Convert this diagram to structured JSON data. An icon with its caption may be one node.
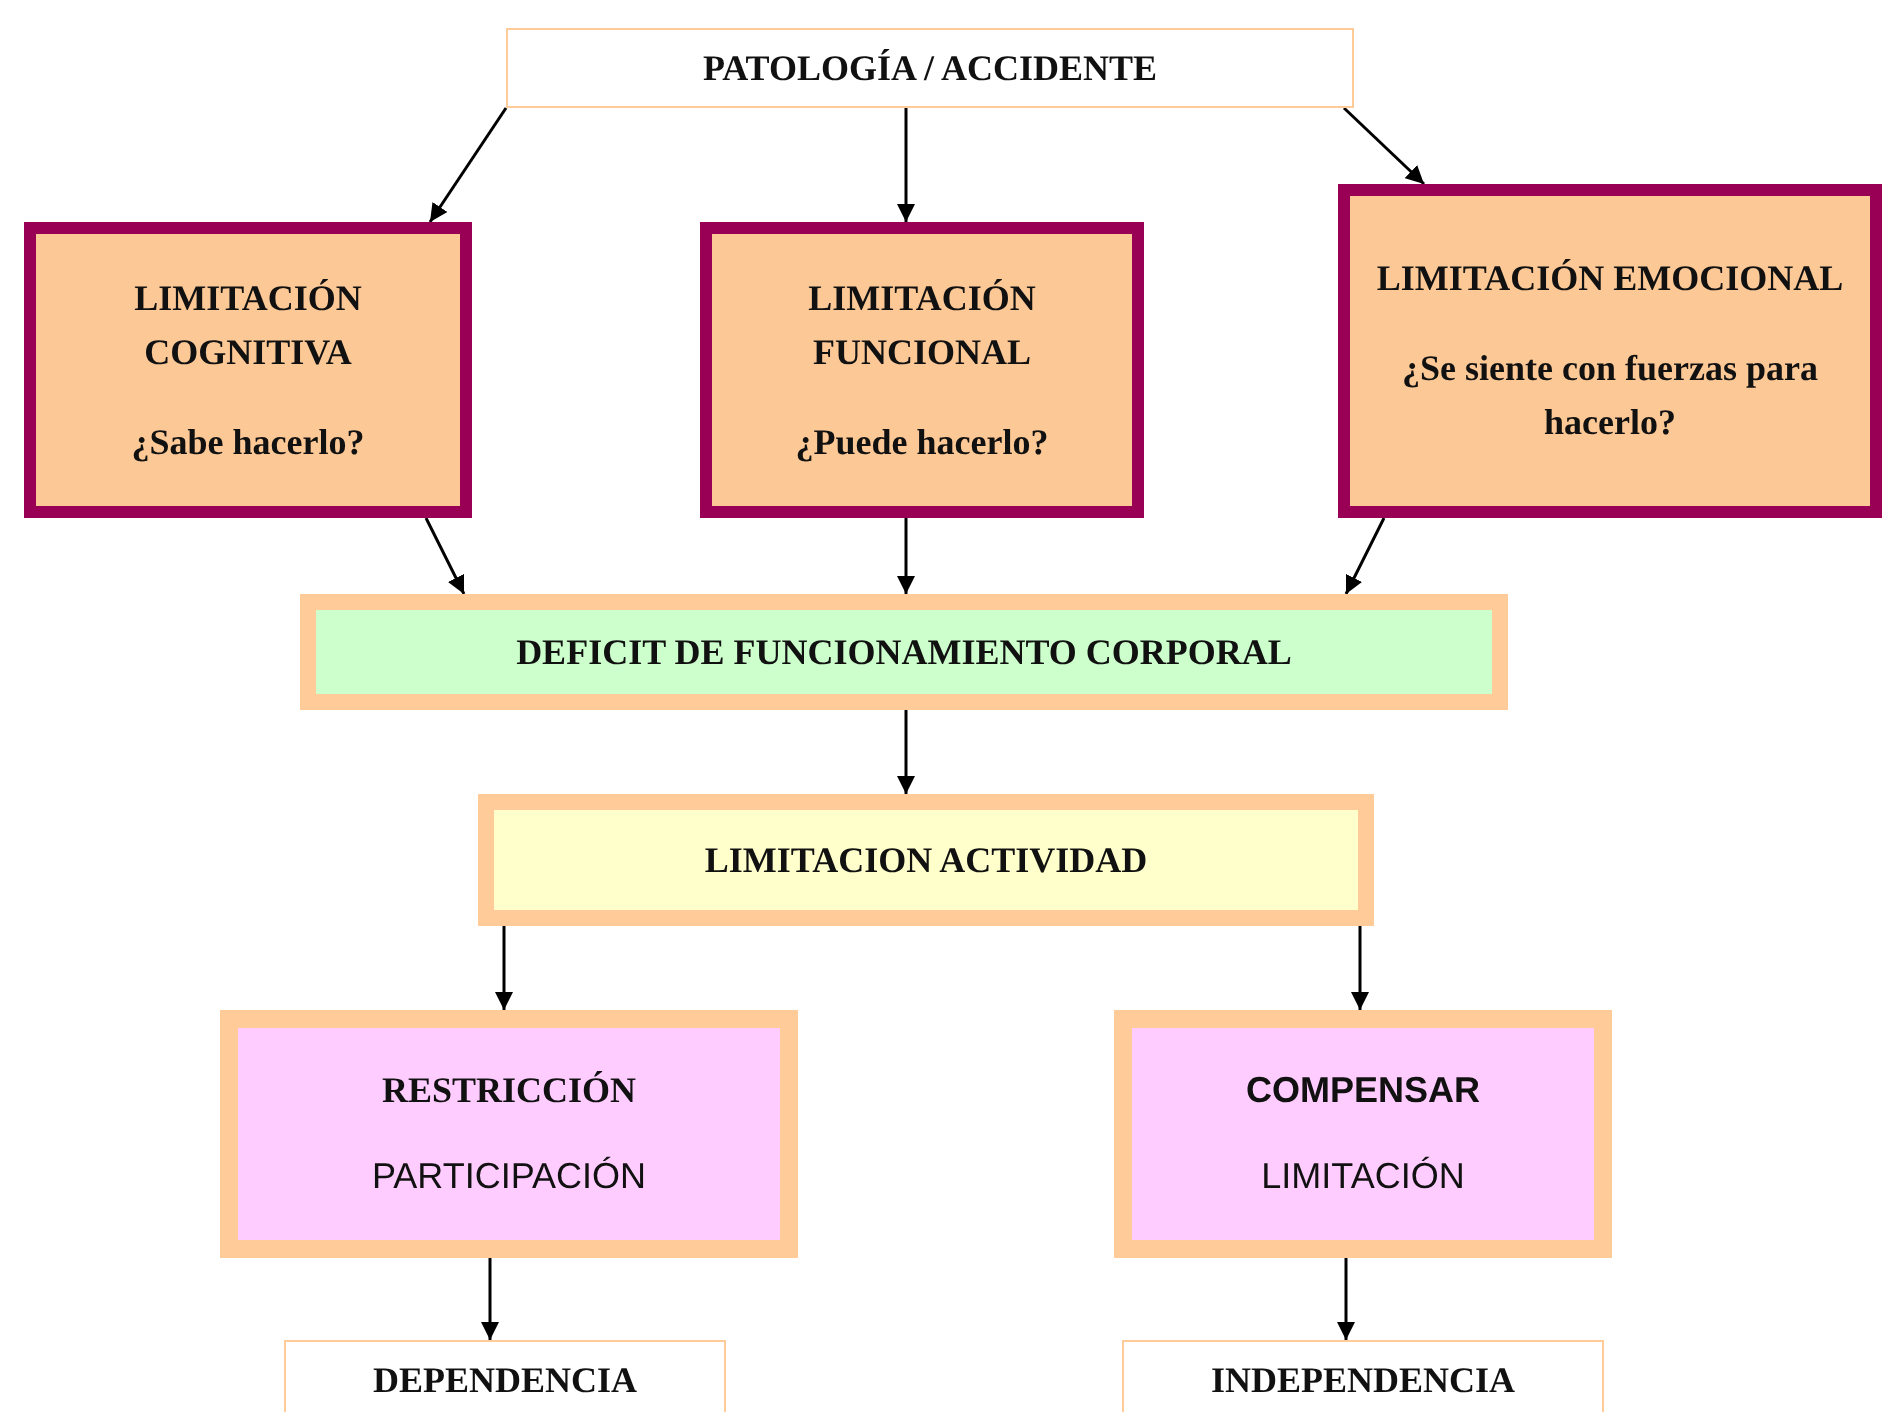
{
  "diagram": {
    "nodes": [
      {
        "text": [
          "PATOLOGÍA / ACCIDENTE"
        ]
      },
      {
        "text": [
          "LIMITACIÓN COGNITIVA",
          "¿Sabe hacerlo?"
        ]
      },
      {
        "text": [
          "LIMITACIÓN FUNCIONAL",
          "¿Puede hacerlo?"
        ]
      },
      {
        "text": [
          "LIMITACIÓN EMOCIONAL",
          "¿Se siente con fuerzas para hacerlo?"
        ]
      },
      {
        "text": [
          "DEFICIT DE FUNCIONAMIENTO  CORPORAL"
        ]
      },
      {
        "text": [
          "LIMITACION  ACTIVIDAD"
        ]
      },
      {
        "text": [
          "RESTRICCIÓN",
          "PARTICIPACIÓN"
        ]
      },
      {
        "text": [
          "COMPENSAR",
          "LIMITACIÓN"
        ]
      },
      {
        "text": [
          "DEPENDENCIA"
        ]
      },
      {
        "text": [
          "INDEPENDENCIA"
        ]
      }
    ],
    "edges": [
      {
        "from": 0,
        "to": 1,
        "arrow": "to"
      },
      {
        "from": 0,
        "to": 2,
        "arrow": "to"
      },
      {
        "from": 0,
        "to": 3,
        "arrow": "to"
      },
      {
        "from": 1,
        "to": 4,
        "arrow": "to"
      },
      {
        "from": 2,
        "to": 4,
        "arrow": "to"
      },
      {
        "from": 3,
        "to": 4,
        "arrow": "to"
      },
      {
        "from": 4,
        "to": 5,
        "arrow": "to"
      },
      {
        "from": 5,
        "to": 6,
        "arrow": "to"
      },
      {
        "from": 5,
        "to": 7,
        "arrow": "to"
      },
      {
        "from": 6,
        "to": 8,
        "arrow": "to"
      },
      {
        "from": 7,
        "to": 9,
        "arrow": "to"
      }
    ]
  }
}
